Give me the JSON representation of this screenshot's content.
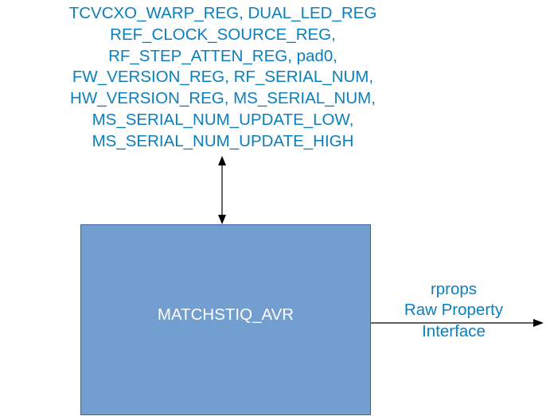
{
  "register_list": [
    "TCVCXO_WARP_REG, DUAL_LED_REG",
    "REF_CLOCK_SOURCE_REG,",
    "RF_STEP_ATTEN_REG, pad0,",
    "FW_VERSION_REG, RF_SERIAL_NUM,",
    "HW_VERSION_REG, MS_SERIAL_NUM,",
    "MS_SERIAL_NUM_UPDATE_LOW,",
    "MS_SERIAL_NUM_UPDATE_HIGH"
  ],
  "block": {
    "label": "MATCHSTIQ_AVR"
  },
  "output": {
    "name": "rprops",
    "line1": "Raw Property",
    "line2": "Interface"
  },
  "colors": {
    "text_accent": "#0b7fbd",
    "block_fill": "#729fcf",
    "block_border": "#3465a4",
    "arrow": "#000000"
  }
}
